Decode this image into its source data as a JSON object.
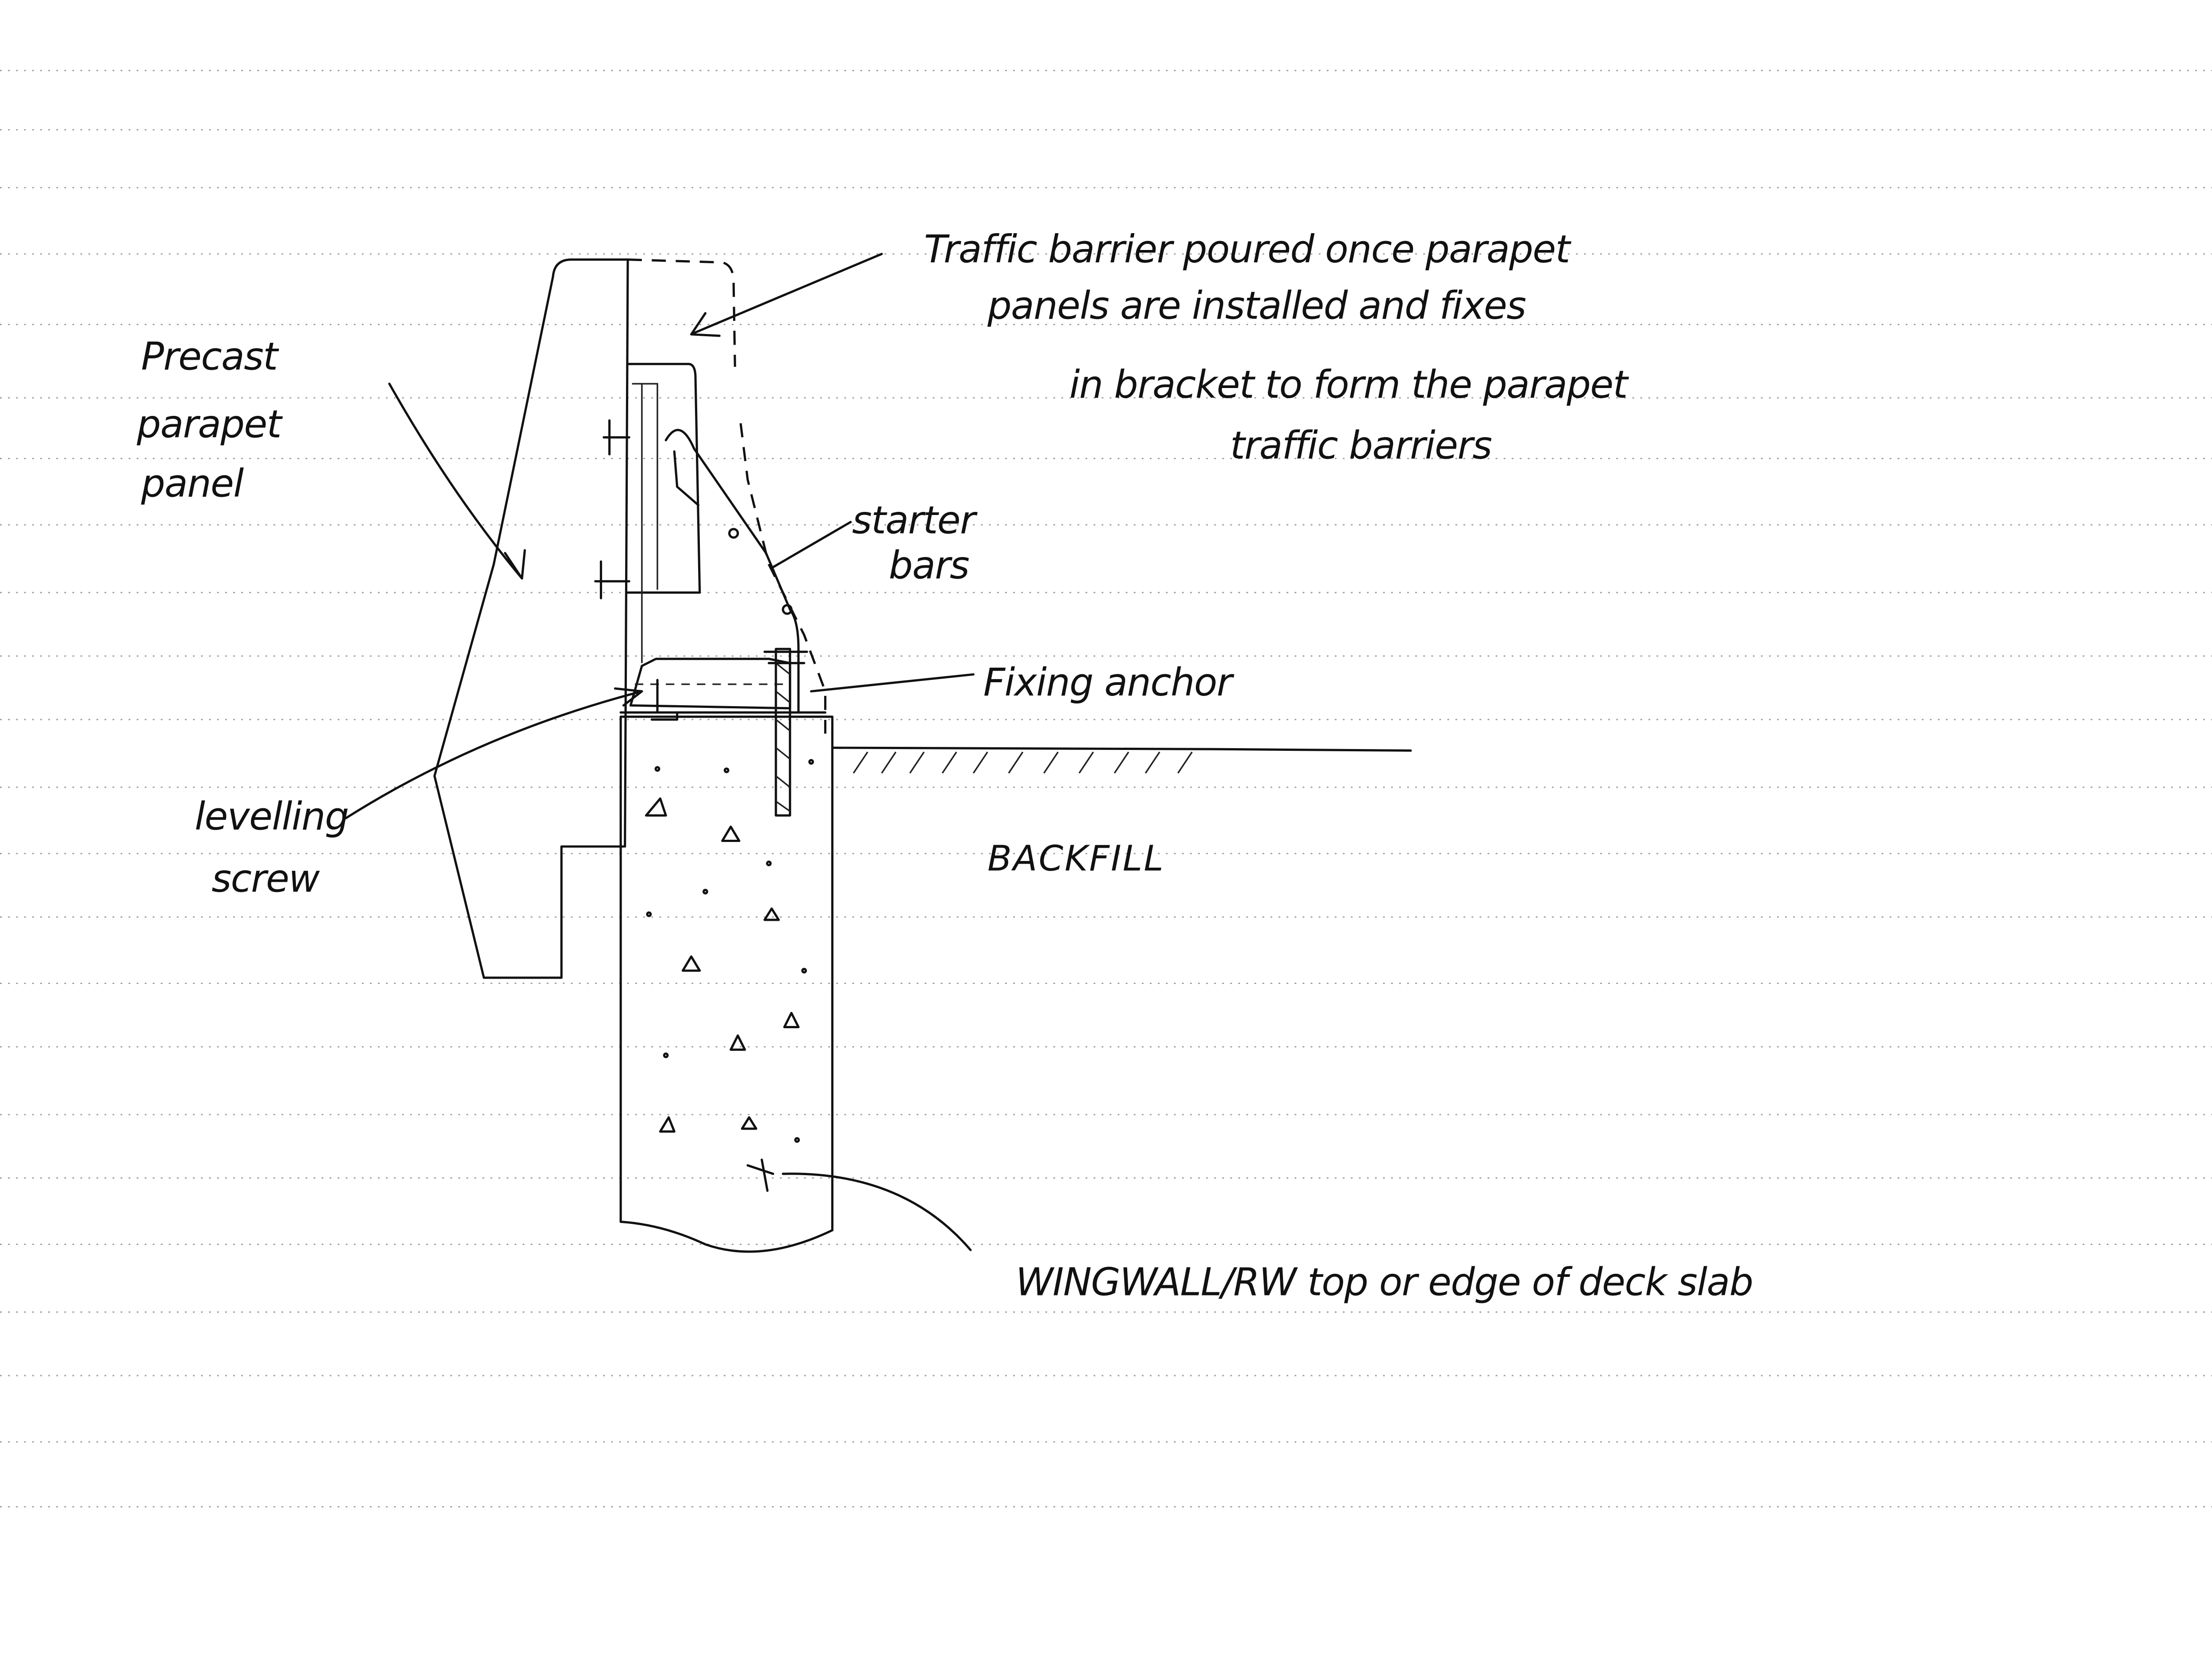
{
  "labels": {
    "precast": [
      "Precast",
      "parapet",
      "panel"
    ],
    "traffic_barrier": [
      "Traffic barrier poured once parapet",
      "panels are installed and fixes",
      "in bracket to form the parapet",
      "traffic barriers"
    ],
    "starter_bars": [
      "starter",
      "bars"
    ],
    "fixing_anchor": "Fixing anchor",
    "levelling_screw": [
      "levelling",
      "screw"
    ],
    "backfill": "BACKFILL",
    "wingwall": "WINGWALL/RW top or edge of deck slab"
  },
  "colors": {
    "ink": "#111111",
    "ruling": "#9a9a9a",
    "paper": "#ffffff"
  }
}
